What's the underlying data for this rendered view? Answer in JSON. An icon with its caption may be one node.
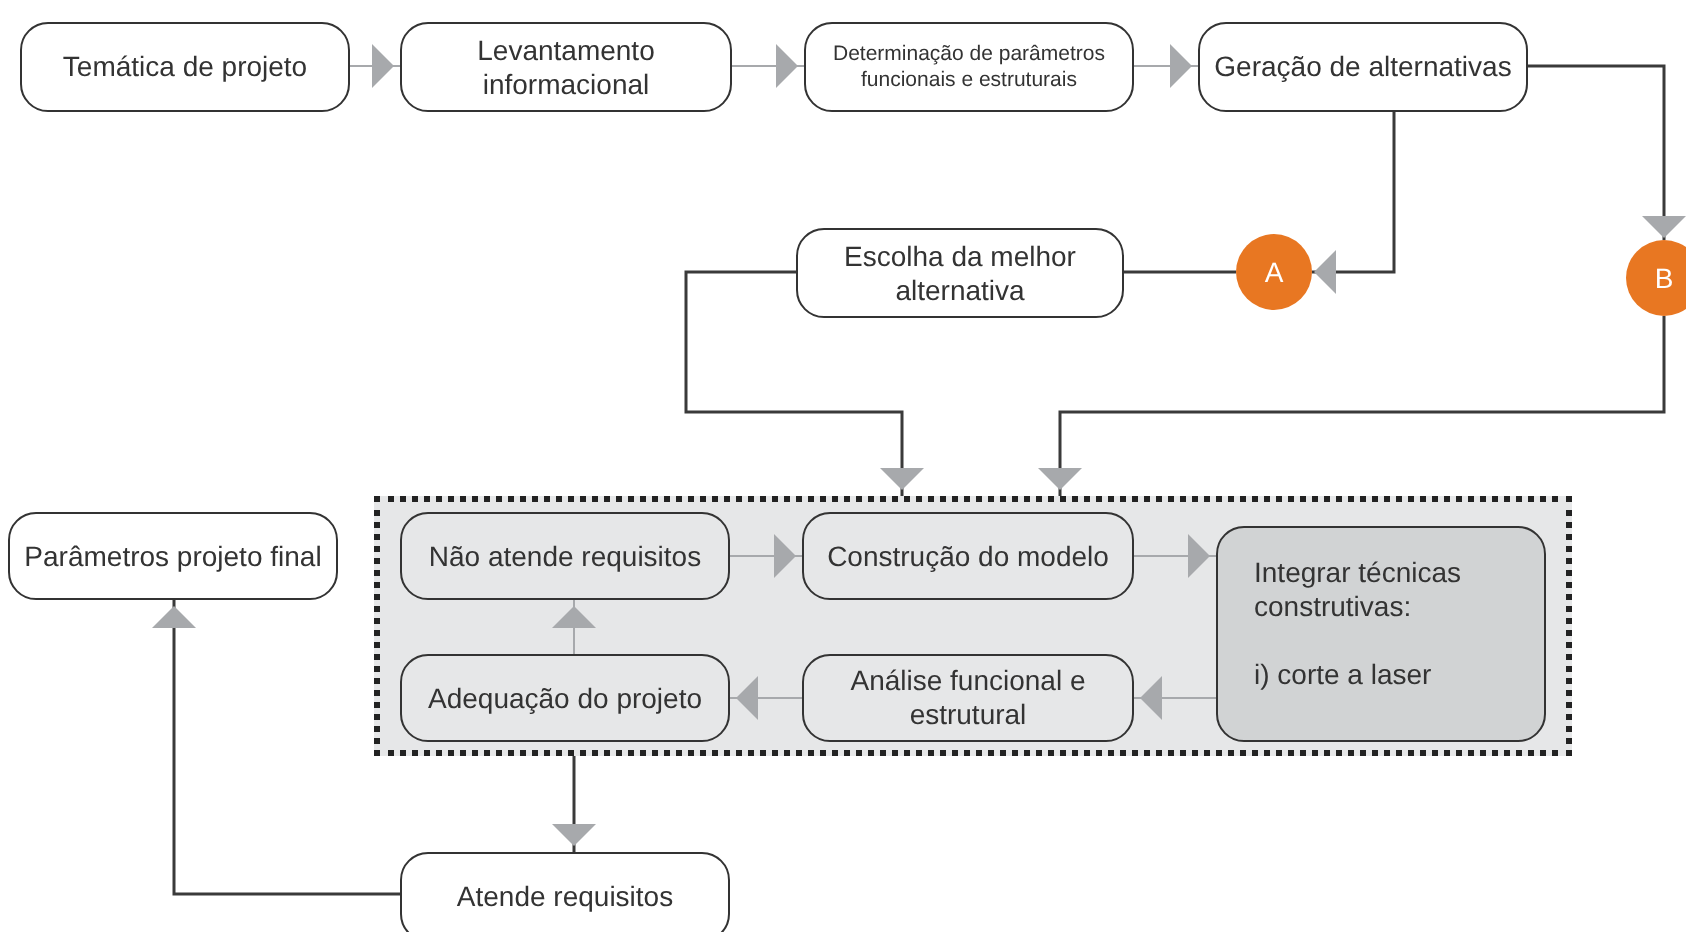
{
  "diagram": {
    "nodes": [
      {
        "text": [
          "Temática de projeto"
        ]
      },
      {
        "text": [
          "Levantamento informacional"
        ]
      },
      {
        "text": [
          "Determinação de parâmetros funcionais e estruturais"
        ]
      },
      {
        "text": [
          "Geração de alternativas"
        ]
      },
      {
        "text": [
          "Escolha da melhor alternativa"
        ]
      },
      {
        "text": [
          "A"
        ]
      },
      {
        "text": [
          "B"
        ]
      },
      {
        "text": [
          "Parâmetros projeto final"
        ]
      },
      {
        "text": [],
        "shape": "box"
      },
      {
        "text": [
          "Não atende requisitos"
        ],
        "in": 8
      },
      {
        "text": [
          "Construção do modelo"
        ],
        "in": 8
      },
      {
        "text": [
          "Integrar técnicas construtivas:",
          "i) corte a laser"
        ],
        "in": 8
      },
      {
        "text": [
          "Adequação do projeto"
        ],
        "in": 8
      },
      {
        "text": [
          "Análise funcional e estrutural"
        ],
        "in": 8
      },
      {
        "text": [
          "Atende requisitos"
        ]
      }
    ],
    "edges": [
      {
        "from": 0,
        "to": 1,
        "arrow": "to"
      },
      {
        "from": 1,
        "to": 2,
        "arrow": "to"
      },
      {
        "from": 2,
        "to": 3,
        "arrow": "to"
      },
      {
        "from": 3,
        "to": 5,
        "arrow": "to",
        "color": "#3a3a3a"
      },
      {
        "from": 5,
        "to": 4,
        "arrow": "none",
        "color": "#3a3a3a"
      },
      {
        "from": 4,
        "to": 8,
        "arrow": "to",
        "color": "#3a3a3a"
      },
      {
        "from": 3,
        "to": 6,
        "arrow": "to",
        "color": "#3a3a3a"
      },
      {
        "from": 6,
        "to": 8,
        "arrow": "to",
        "color": "#3a3a3a"
      },
      {
        "from": 9,
        "to": 10,
        "arrow": "to"
      },
      {
        "from": 10,
        "to": 11,
        "arrow": "to"
      },
      {
        "from": 11,
        "to": 13,
        "arrow": "to"
      },
      {
        "from": 13,
        "to": 12,
        "arrow": "to"
      },
      {
        "from": 12,
        "to": 9,
        "arrow": "to"
      },
      {
        "from": 8,
        "to": 14,
        "arrow": "to",
        "color": "#3a3a3a"
      },
      {
        "from": 14,
        "to": 7,
        "arrow": "to",
        "color": "#3a3a3a"
      }
    ]
  }
}
